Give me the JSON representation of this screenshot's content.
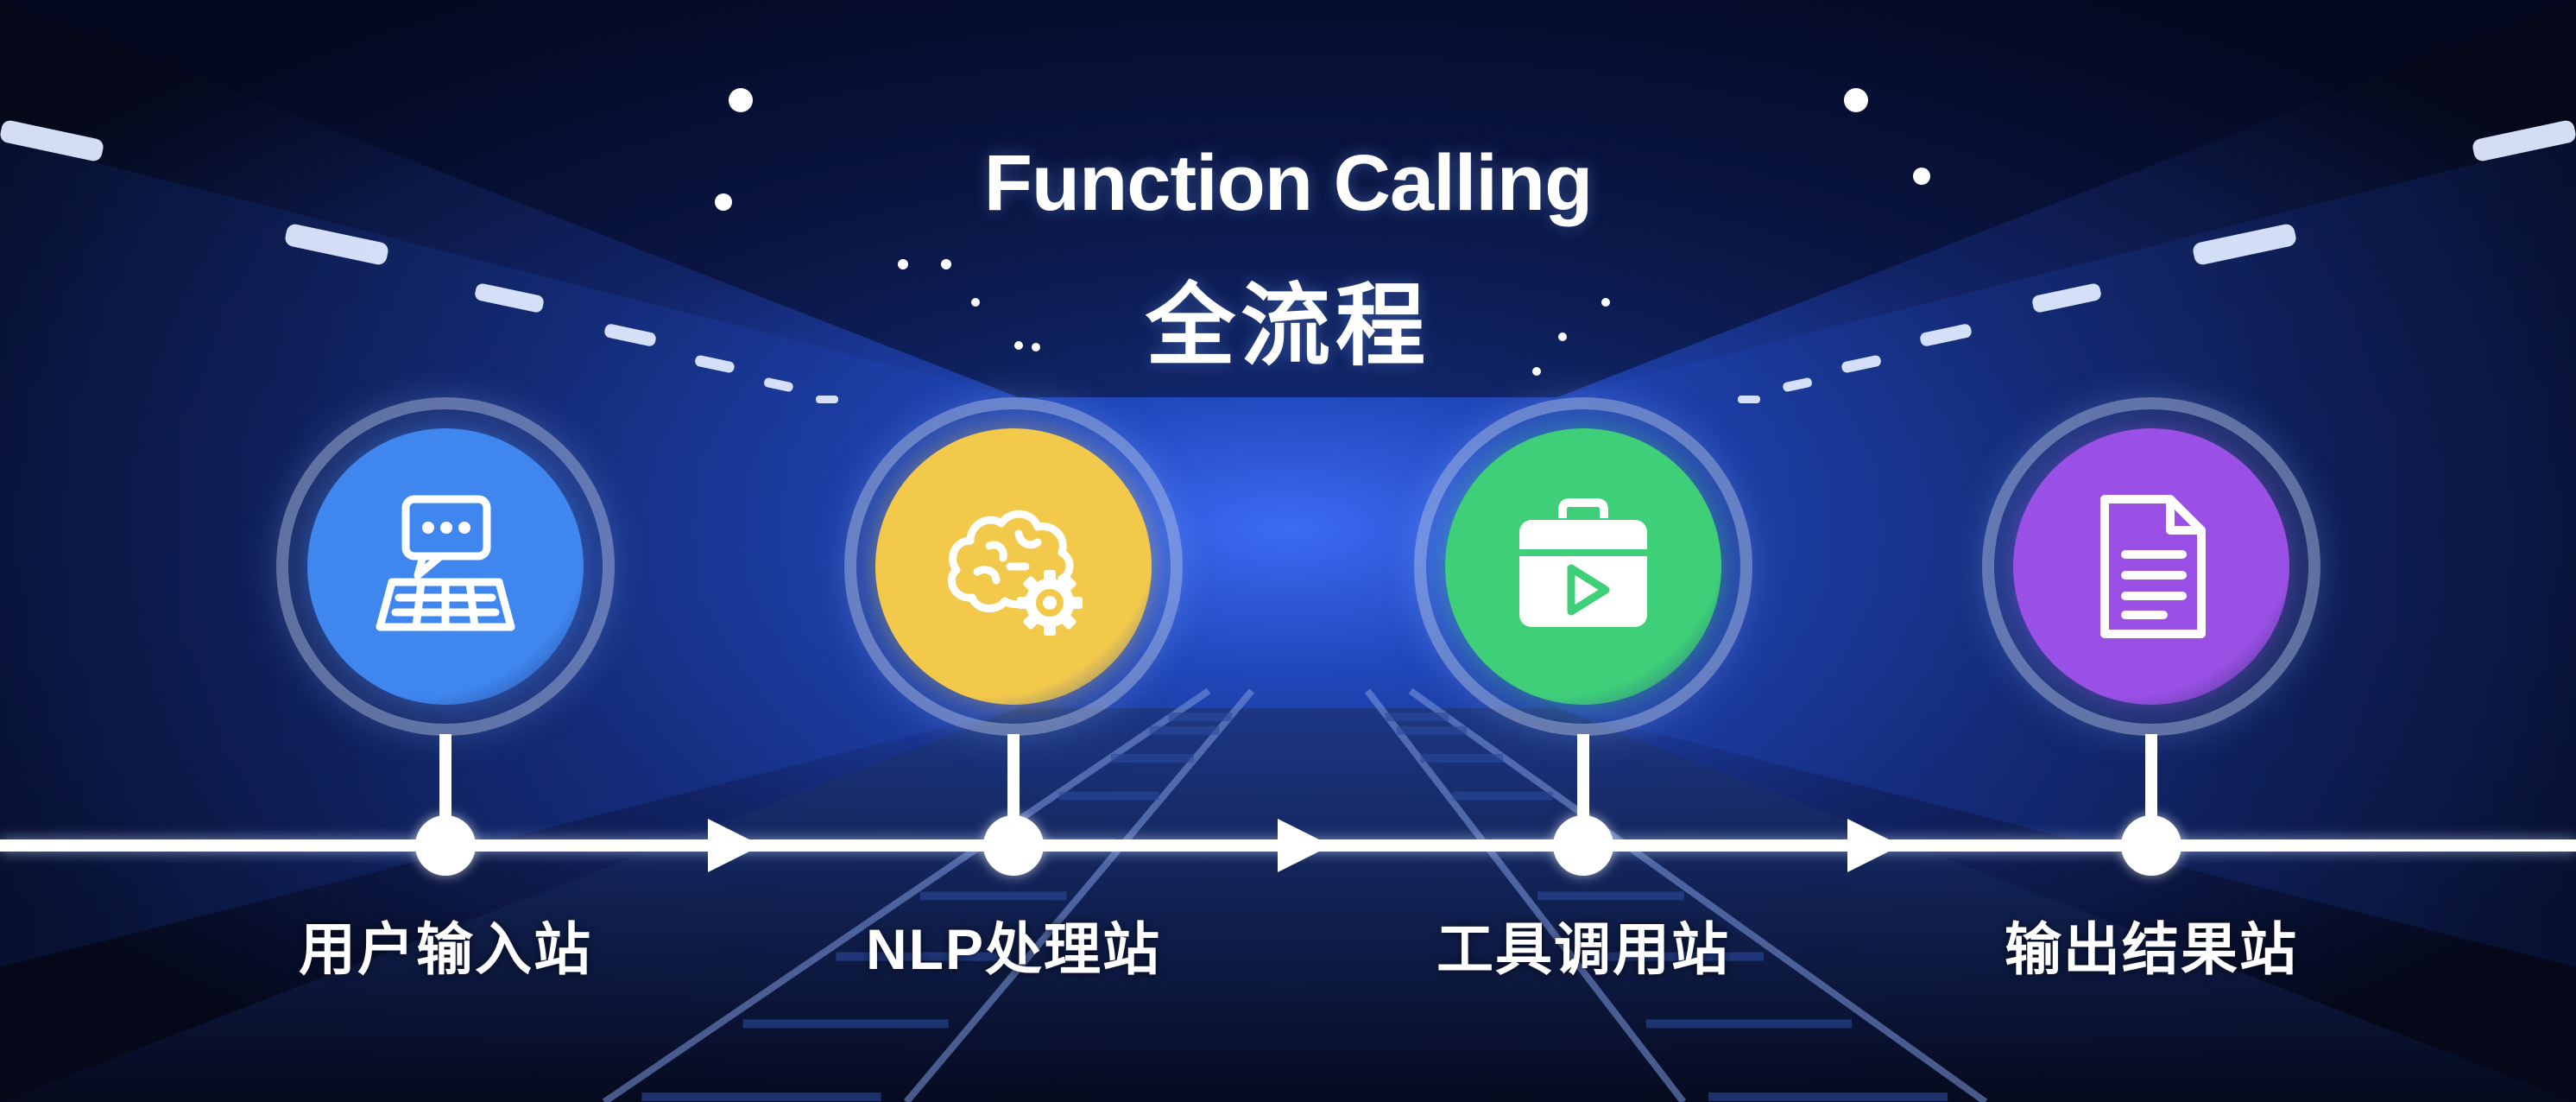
{
  "title": {
    "line1": "Function Calling",
    "line2": "全流程"
  },
  "stations": [
    {
      "label": "用户输入站",
      "color": "#3f86ef",
      "icon": "laptop-chat-icon"
    },
    {
      "label": "NLP处理站",
      "color": "#f3c94c",
      "icon": "brain-gear-icon"
    },
    {
      "label": "工具调用站",
      "color": "#3fcf78",
      "icon": "toolbox-play-icon"
    },
    {
      "label": "输出结果站",
      "color": "#9a50e4",
      "icon": "document-icon"
    }
  ],
  "colors": {
    "background": "#050b1f",
    "tunnel_glow": "#2b57d8",
    "track": "#ffffff"
  }
}
